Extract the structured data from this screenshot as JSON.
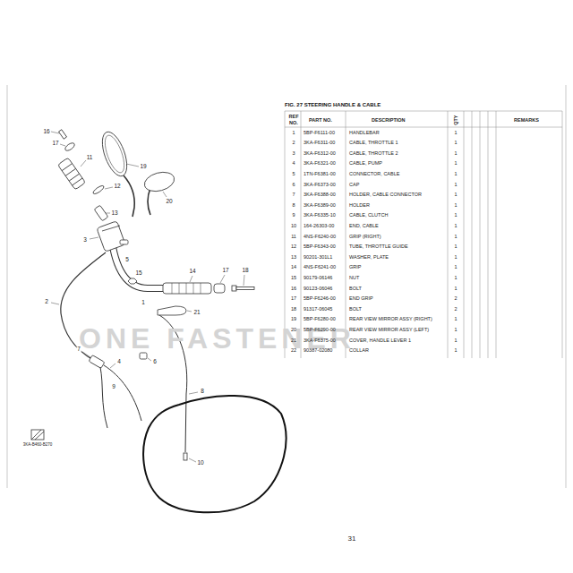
{
  "diagram": {
    "title": "FIG. 27 STEERING HANDLE & CABLE",
    "labels": [
      "REF NO.",
      "PART NO.",
      "DESCRIPTION",
      "QTY",
      "REMARKS",
      "1",
      "5BP-F6111-00",
      "HANDLEBAR",
      "1",
      "2",
      "3KA-F6311-00",
      "CABLE, THROTTLE 1",
      "1",
      "3",
      "3KA-F6312-00",
      "CABLE, THROTTLE 2",
      "1",
      "4",
      "3KA-F6321-00",
      "CABLE, PUMP",
      "1",
      "5",
      "1TN-F6381-00",
      "CONNECTOR, CABLE",
      "1",
      "6",
      "3KA-F6373-00",
      "CAP",
      "1",
      "7",
      "3KA-F6388-00",
      "HOLDER, CABLE CONNECTOR",
      "1",
      "8",
      "3KA-F6389-00",
      "HOLDER",
      "1",
      "9",
      "3KA-F6335-10",
      "CABLE, CLUTCH",
      "1",
      "10",
      "164-26303-00",
      "END, CABLE",
      "1",
      "11",
      "4NS-F6240-00",
      "GRIP (RIGHT)",
      "1",
      "12",
      "5BP-F6343-00",
      "TUBE, THROTTLE GUIDE",
      "1",
      "13",
      "90201-301L1",
      "WASHER, PLATE",
      "1",
      "14",
      "4NS-F6241-00",
      "GRIP",
      "1",
      "15",
      "90179-06146",
      "NUT",
      "1",
      "16",
      "90123-06046",
      "BOLT",
      "1",
      "17",
      "5BP-F6246-00",
      "END GRIP",
      "2",
      "18",
      "91317-06045",
      "BOLT",
      "2",
      "19",
      "5BP-F6280-00",
      "REAR VIEW MIRROR ASSY (RIGHT)",
      "1",
      "20",
      "5BP-F6290-00",
      "REAR VIEW MIRROR ASSY (LEFT)",
      "1",
      "21",
      "3KA-F6375-00",
      "COVER, HANDLE LEVER 1",
      "1",
      "22",
      "90387-02080",
      "COLLAR",
      "1",
      "16",
      "17",
      "11",
      "19",
      "12",
      "13",
      "20",
      "3",
      "5",
      "15",
      "1",
      "14",
      "17",
      "18",
      "21",
      "2",
      "7",
      "4",
      "9",
      "6",
      "8",
      "10",
      "3KA-B460-B270",
      "31",
      "ONE FASTENER"
    ]
  }
}
